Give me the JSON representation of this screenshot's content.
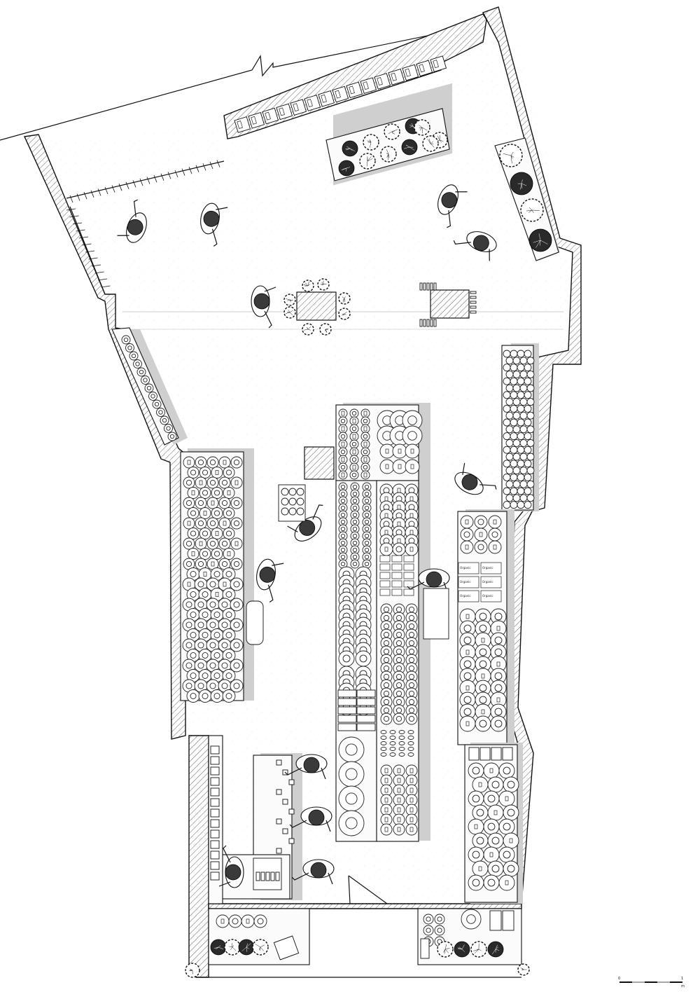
{
  "scale_bar": {
    "label_start": "0",
    "label_end": "1",
    "unit": "m"
  },
  "box_labels": [
    "Organic",
    "Organic",
    "Organic",
    "Organic",
    "Organic",
    "Organic"
  ],
  "colors": {
    "ink": "#111111",
    "shadow": "#cfcfcf",
    "floor": "#ffffff"
  }
}
